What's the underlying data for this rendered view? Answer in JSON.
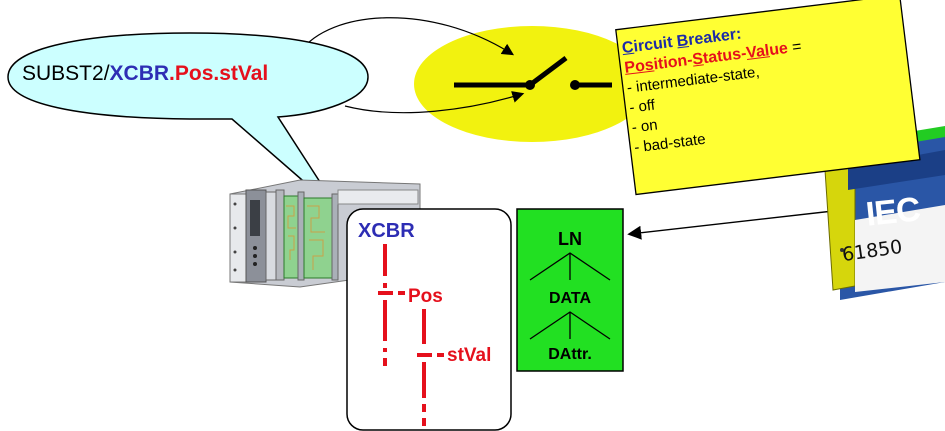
{
  "bubble": {
    "prefix": "SUBST2/",
    "ln": "XCBR",
    "rest": ".Pos.stVal"
  },
  "note": {
    "title_part1": "C",
    "title_part2": "ircuit ",
    "title_part3": "B",
    "title_part4": "reaker:",
    "psv_part1": "Pos",
    "psv_part2": "ition-",
    "psv_part3": "S",
    "psv_part4": "tatus-",
    "psv_part5": "Val",
    "psv_part6": "ue",
    "psv_eq": " =",
    "items": [
      "- intermediate-state,",
      "- off",
      "- on",
      "- bad-state"
    ]
  },
  "tree": {
    "root": "XCBR",
    "level1": "Pos",
    "level2": "stVal"
  },
  "hierarchy": {
    "ln": "LN",
    "data": "DATA",
    "dattr": "DAttr."
  },
  "logo": {
    "brand": "IEC",
    "standard": "61850"
  },
  "colors": {
    "blue": "#2d2db4",
    "red": "#e5101c",
    "note_yellow": "#ffff33",
    "ellipse_yellow": "#f2f20f",
    "bubble_fill": "#ccffff",
    "green": "#22e022"
  }
}
